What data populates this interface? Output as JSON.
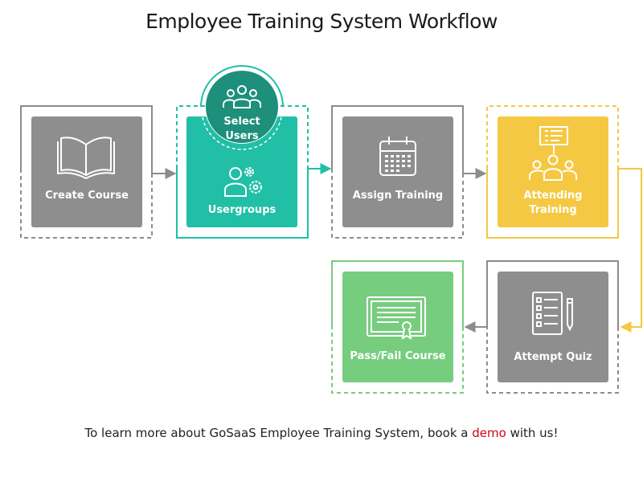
{
  "title": "Employee Training System Workflow",
  "steps": {
    "create_course": "Create Course",
    "select_users": "Select Users",
    "usergroups": "Usergroups",
    "assign_training": "Assign Training",
    "attending_training": "Attending\nTraining",
    "attempt_quiz": "Attempt Quiz",
    "pass_fail_course": "Pass/Fail Course"
  },
  "footer": {
    "before": "To learn more about GoSaaS Employee Training System, book a ",
    "link": "demo",
    "after": " with us!"
  },
  "colors": {
    "gray": "#8f8e8f",
    "teal": "#20bfa6",
    "teal_dark": "#1d8f7b",
    "yellow": "#f4c842",
    "green": "#77cd7e",
    "frame_gray": "#8c8c8c",
    "link_red": "#d0021b"
  },
  "icons": {
    "create_course": "open-book-icon",
    "select_users": "users-group-icon",
    "usergroups": "user-gear-icon",
    "assign_training": "calendar-icon",
    "attending_training": "presentation-icon",
    "attempt_quiz": "checklist-pencil-icon",
    "pass_fail_course": "certificate-icon"
  }
}
